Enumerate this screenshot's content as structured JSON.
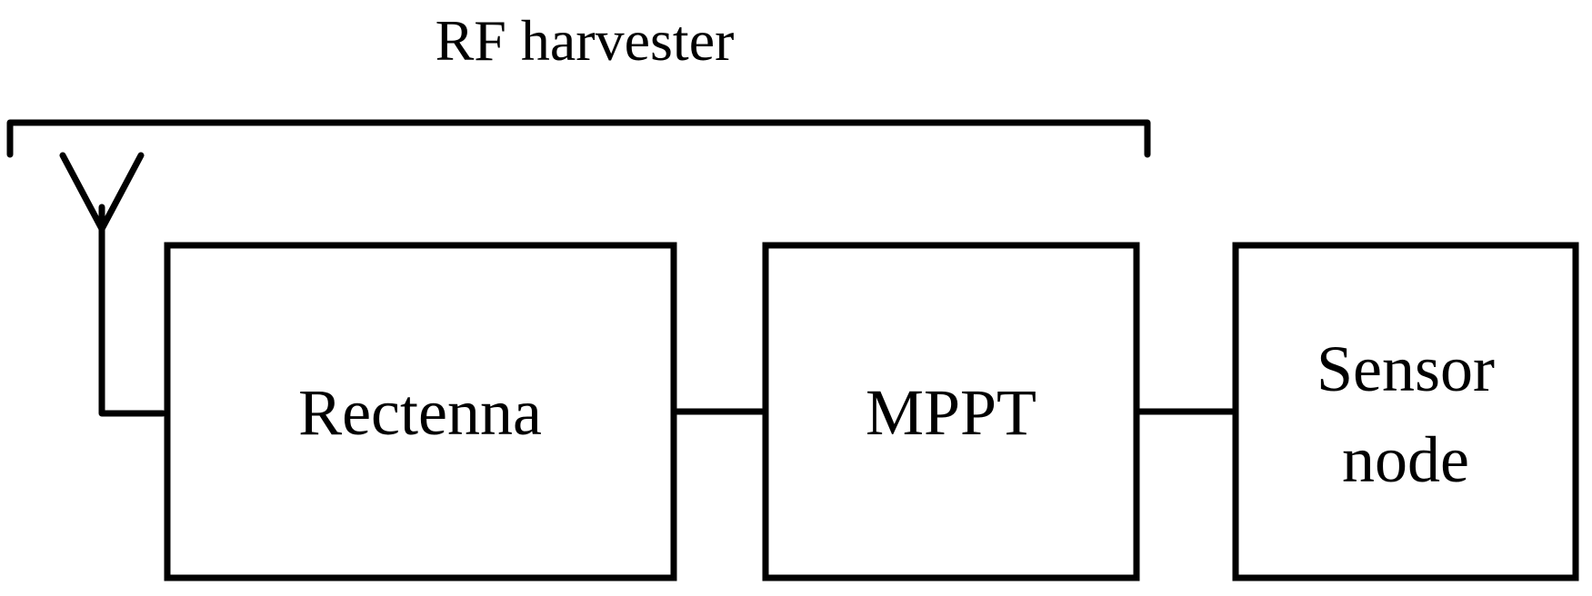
{
  "group": {
    "label": "RF harvester"
  },
  "blocks": [
    {
      "lines": [
        "Rectenna"
      ]
    },
    {
      "lines": [
        "MPPT"
      ]
    },
    {
      "lines": [
        "Sensor",
        "node"
      ]
    }
  ],
  "colors": {
    "stroke": "#000000",
    "background": "#ffffff"
  }
}
